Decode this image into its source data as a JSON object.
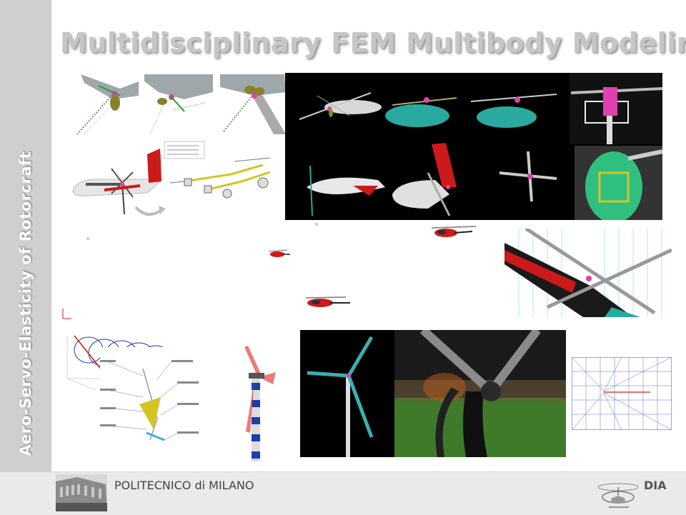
{
  "slide": {
    "title": "Multidisciplinary FEM Multibody Modeling",
    "sidebar_text": "Aero-Servo-Elasticity of Rotorcraft"
  },
  "footer": {
    "institution": "POLITECNICO di MILANO",
    "department": "DIA"
  },
  "colors": {
    "sidebar_bg": "#cfcfcf",
    "title_color": "#c6c6c6",
    "footer_bg": "#eaeaea"
  }
}
